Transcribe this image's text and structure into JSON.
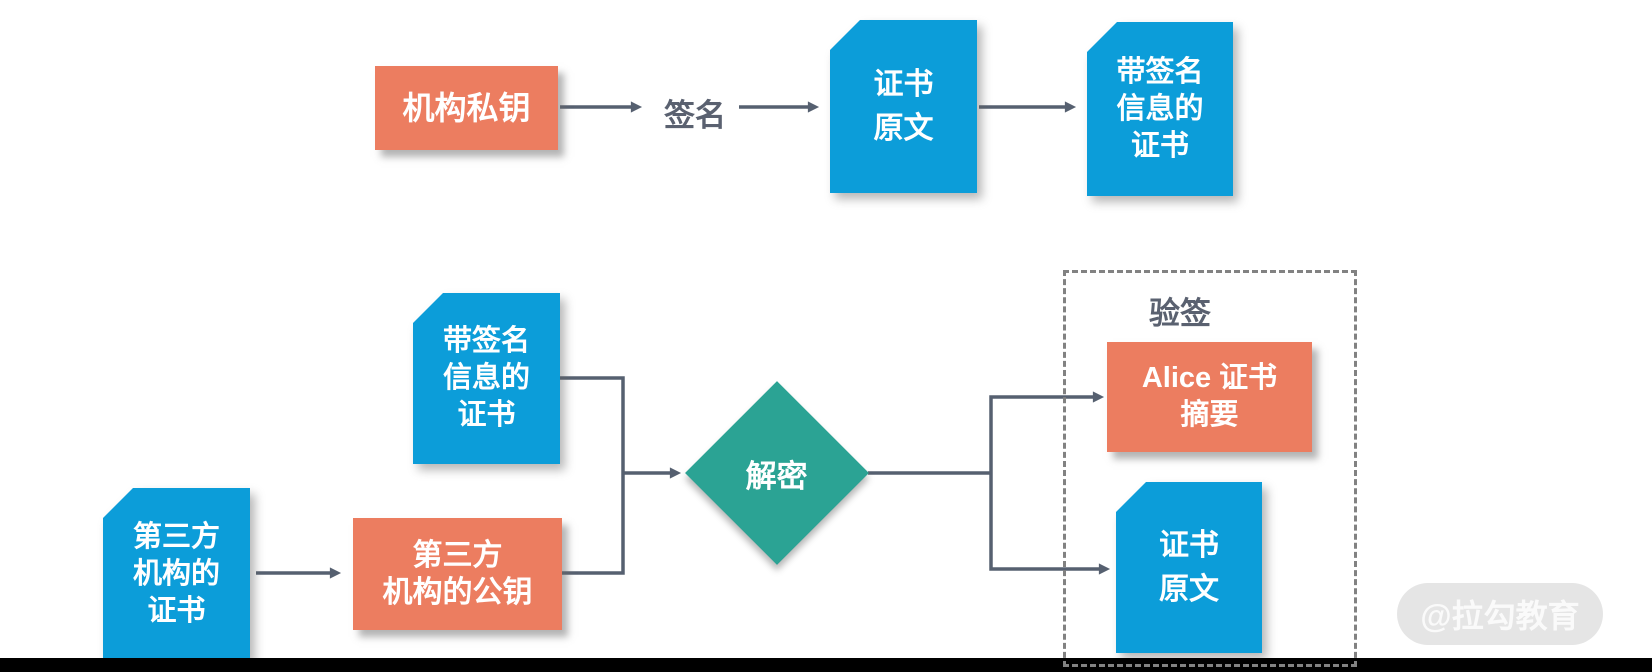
{
  "colors": {
    "page-bg": "#ffffff",
    "orange": "#ec7d60",
    "blue": "#0c9dd9",
    "teal": "#2ba394",
    "connector": "#566070",
    "label": "#5a6170",
    "dashed": "#828282",
    "footer": "#000000",
    "wm-bg": "#e5e5e5",
    "wm-text": "#fafafa"
  },
  "diagram": {
    "sign_flow": {
      "org_private_key": {
        "label": "机构私钥"
      },
      "sign_label": "签名",
      "cert_original": {
        "lines": [
          "证书",
          "原文"
        ]
      },
      "signed_cert": {
        "lines": [
          "带签名",
          "信息的",
          "证书"
        ]
      }
    },
    "verify_flow": {
      "signed_cert": {
        "lines": [
          "带签名",
          "信息的",
          "证书"
        ]
      },
      "third_party_cert": {
        "lines": [
          "第三方",
          "机构的",
          "证书"
        ]
      },
      "third_party_public_key": {
        "lines": [
          "第三方",
          "机构的公钥"
        ]
      },
      "decrypt": {
        "label": "解密"
      },
      "verify_group_title": "验签",
      "alice_digest": {
        "lines": [
          "Alice 证书",
          "摘要"
        ]
      },
      "cert_original": {
        "lines": [
          "证书",
          "原文"
        ]
      }
    }
  },
  "watermark": {
    "text": "@拉勾教育"
  }
}
